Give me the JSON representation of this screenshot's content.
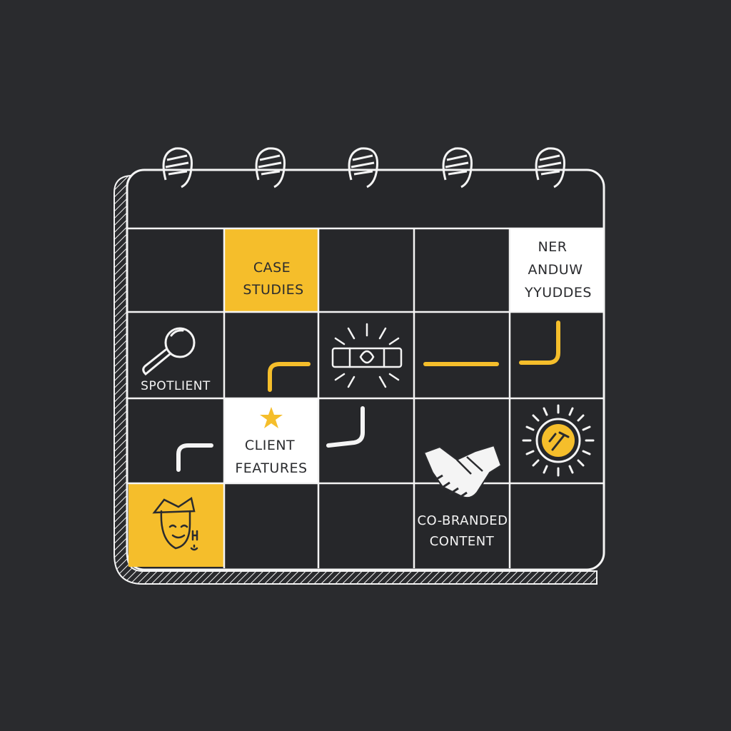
{
  "colors": {
    "background": "#2a2b2e",
    "cell_dark": "#26272a",
    "line": "#f4f4f4",
    "accent_yellow": "#f5be2b",
    "cell_white": "#ffffff",
    "ink_dark": "#2a2b2e"
  },
  "calendar": {
    "rings": 5,
    "rows": 4,
    "cols": 5,
    "labels": {
      "case_studies": [
        "CASE",
        "STUDIES"
      ],
      "new_cell": [
        "NER",
        "ANDUW",
        "YYUDDES"
      ],
      "spotlight": "SPOTLIENT",
      "client_features": [
        "CLIENT",
        "FEATURES"
      ],
      "co_branded": [
        "CO-BRANDED",
        "CONTENT"
      ]
    },
    "icons": [
      "magnifier-icon",
      "star-icon",
      "ribbon-burst-icon",
      "handshake-icon",
      "sun-badge-icon",
      "person-face-icon"
    ]
  }
}
